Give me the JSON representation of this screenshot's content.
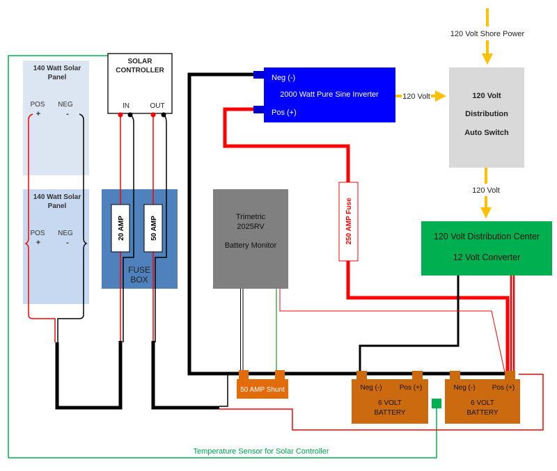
{
  "colors": {
    "panel_top": "#dce6f2",
    "panel_bottom": "#c6d9f0",
    "fuse_box": "#4f81bd",
    "inverter": "#0000ff",
    "inverter_terminal": "#0000cc",
    "distribution_switch": "#d9d9d9",
    "converter": "#00b050",
    "battery_monitor": "#808080",
    "battery": "#cc6a10",
    "shunt": "#e36c0a",
    "ac_power": "#ffc000",
    "positive_wire": "#ff0000",
    "negative_wire": "#000000",
    "sensor_wire": "#00b050"
  },
  "solar_panels": [
    {
      "title_line1": "140 Watt Solar",
      "title_line2": "Panel",
      "pos_label": "POS",
      "neg_label": "NEG",
      "plus": "+",
      "minus": "-"
    },
    {
      "title_line1": "140 Watt Solar",
      "title_line2": "Panel",
      "pos_label": "POS",
      "neg_label": "NEG",
      "plus": "+",
      "minus": "-"
    }
  ],
  "solar_controller": {
    "line1": "SOLAR",
    "line2": "CONTROLLER",
    "in_label": "IN",
    "out_label": "OUT"
  },
  "fuse_box": {
    "line1": "FUSE",
    "line2": "BOX",
    "fuses": [
      "20 AMP",
      "50 AMP"
    ]
  },
  "inverter": {
    "neg_label": "Neg (-)",
    "title": "2000 Watt Pure Sine Inverter",
    "pos_label": "Pos (+)"
  },
  "inverter_output_label": "120 Volt",
  "shore_power_label": "120 Volt Shore Power",
  "distribution_switch": {
    "line1": "120 Volt",
    "line2": "Distribution",
    "line3": "Auto Switch"
  },
  "switch_output_label": "120 Volt",
  "converter": {
    "line1": "120 Volt Distribution Center",
    "line2": "12 Volt Converter"
  },
  "battery_monitor": {
    "line1": "Trimetric",
    "line2": "2025RV",
    "line3": "Battery Monitor"
  },
  "main_fuse": "250 AMP Fuse",
  "shunt": "50 AMP Shunt",
  "batteries": [
    {
      "neg_label": "Neg (-)",
      "pos_label": "Pos (+)",
      "line1": "6 VOLT",
      "line2": "BATTERY"
    },
    {
      "neg_label": "Neg (-)",
      "pos_label": "Pos (+)",
      "line1": "6 VOLT",
      "line2": "BATTERY"
    }
  ],
  "temperature_sensor_label": "Temperature Sensor for Solar Controller"
}
